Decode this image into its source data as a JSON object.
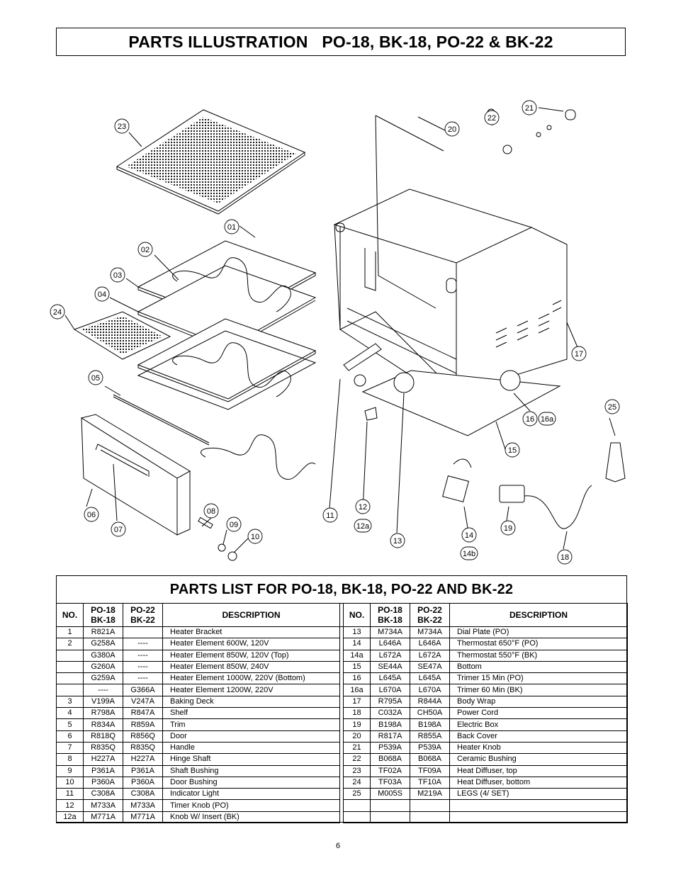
{
  "title": "PARTS ILLUSTRATION   PO-18, BK-18, PO-22 & BK-22",
  "callouts": {
    "c01": "01",
    "c02": "02",
    "c03": "03",
    "c04": "04",
    "c05": "05",
    "c06": "06",
    "c07": "07",
    "c08": "08",
    "c09": "09",
    "c10": "10",
    "c11": "11",
    "c12": "12",
    "c12a": "12a",
    "c13": "13",
    "c14": "14",
    "c14b": "14b",
    "c15": "15",
    "c16": "16",
    "c16a": "16a",
    "c17": "17",
    "c18": "18",
    "c19": "19",
    "c20": "20",
    "c21": "21",
    "c22": "22",
    "c23": "23",
    "c24": "24",
    "c25": "25"
  },
  "parts_list": {
    "title": "PARTS LIST FOR PO-18, BK-18, PO-22 AND BK-22",
    "headers": {
      "no": "NO.",
      "po18": "PO-18",
      "bk18": "BK-18",
      "po22": "PO-22",
      "bk22": "BK-22",
      "description": "DESCRIPTION"
    },
    "left_rows": [
      {
        "no": "1",
        "po18": "R821A",
        "po22": "",
        "desc": "Heater Bracket"
      },
      {
        "no": "2",
        "po18": "G258A",
        "po22": "----",
        "desc": "Heater Element 600W, 120V"
      },
      {
        "no": "",
        "po18": "G380A",
        "po22": "----",
        "desc": "Heater Element 850W, 120V (Top)"
      },
      {
        "no": "",
        "po18": "G260A",
        "po22": "----",
        "desc": "Heater Element 850W, 240V"
      },
      {
        "no": "",
        "po18": "G259A",
        "po22": "----",
        "desc": "Heater Element 1000W, 220V (Bottom)"
      },
      {
        "no": "",
        "po18": "----",
        "po22": "G366A",
        "desc": "Heater Element 1200W, 220V"
      },
      {
        "no": "3",
        "po18": "V199A",
        "po22": "V247A",
        "desc": "Baking Deck"
      },
      {
        "no": "4",
        "po18": "R798A",
        "po22": "R847A",
        "desc": "Shelf"
      },
      {
        "no": "5",
        "po18": "R834A",
        "po22": "R859A",
        "desc": "Trim"
      },
      {
        "no": "6",
        "po18": "R818Q",
        "po22": "R856Q",
        "desc": "Door"
      },
      {
        "no": "7",
        "po18": "R835Q",
        "po22": "R835Q",
        "desc": "Handle"
      },
      {
        "no": "8",
        "po18": "H227A",
        "po22": "H227A",
        "desc": "Hinge Shaft"
      },
      {
        "no": "9",
        "po18": "P361A",
        "po22": "P361A",
        "desc": "Shaft Bushing"
      },
      {
        "no": "10",
        "po18": "P360A",
        "po22": "P360A",
        "desc": "Door Bushing"
      },
      {
        "no": "11",
        "po18": "C308A",
        "po22": "C308A",
        "desc": "Indicator Light"
      },
      {
        "no": "12",
        "po18": "M733A",
        "po22": "M733A",
        "desc": "Timer Knob (PO)"
      },
      {
        "no": "12a",
        "po18": "M771A",
        "po22": "M771A",
        "desc": "Knob W/ Insert (BK)"
      }
    ],
    "right_rows": [
      {
        "no": "13",
        "po18": "M734A",
        "po22": "M734A",
        "desc": "Dial Plate (PO)"
      },
      {
        "no": "14",
        "po18": "L646A",
        "po22": "L646A",
        "desc": "Thermostat 650°F (PO)"
      },
      {
        "no": "14a",
        "po18": "L672A",
        "po22": "L672A",
        "desc": "Thermostat 550°F (BK)"
      },
      {
        "no": "15",
        "po18": "SE44A",
        "po22": "SE47A",
        "desc": "Bottom"
      },
      {
        "no": "16",
        "po18": "L645A",
        "po22": "L645A",
        "desc": "Trimer 15 Min (PO)"
      },
      {
        "no": "16a",
        "po18": "L670A",
        "po22": "L670A",
        "desc": "Trimer 60 Min (BK)"
      },
      {
        "no": "17",
        "po18": "R795A",
        "po22": "R844A",
        "desc": "Body Wrap"
      },
      {
        "no": "18",
        "po18": "C032A",
        "po22": "CH50A",
        "desc": "Power Cord"
      },
      {
        "no": "19",
        "po18": "B198A",
        "po22": "B198A",
        "desc": "Electric Box"
      },
      {
        "no": "20",
        "po18": "R817A",
        "po22": "R855A",
        "desc": "Back Cover"
      },
      {
        "no": "21",
        "po18": "P539A",
        "po22": "P539A",
        "desc": "Heater Knob"
      },
      {
        "no": "22",
        "po18": "B068A",
        "po22": "B068A",
        "desc": "Ceramic Bushing"
      },
      {
        "no": "23",
        "po18": "TF02A",
        "po22": "TF09A",
        "desc": "Heat Diffuser, top"
      },
      {
        "no": "24",
        "po18": "TF03A",
        "po22": "TF10A",
        "desc": "Heat Diffuser, bottom"
      },
      {
        "no": "25",
        "po18": "M005S",
        "po22": "M219A",
        "desc": "LEGS  (4/ SET)"
      },
      {
        "no": "",
        "po18": "",
        "po22": "",
        "desc": ""
      },
      {
        "no": "",
        "po18": "",
        "po22": "",
        "desc": ""
      }
    ]
  },
  "page_number": "6"
}
